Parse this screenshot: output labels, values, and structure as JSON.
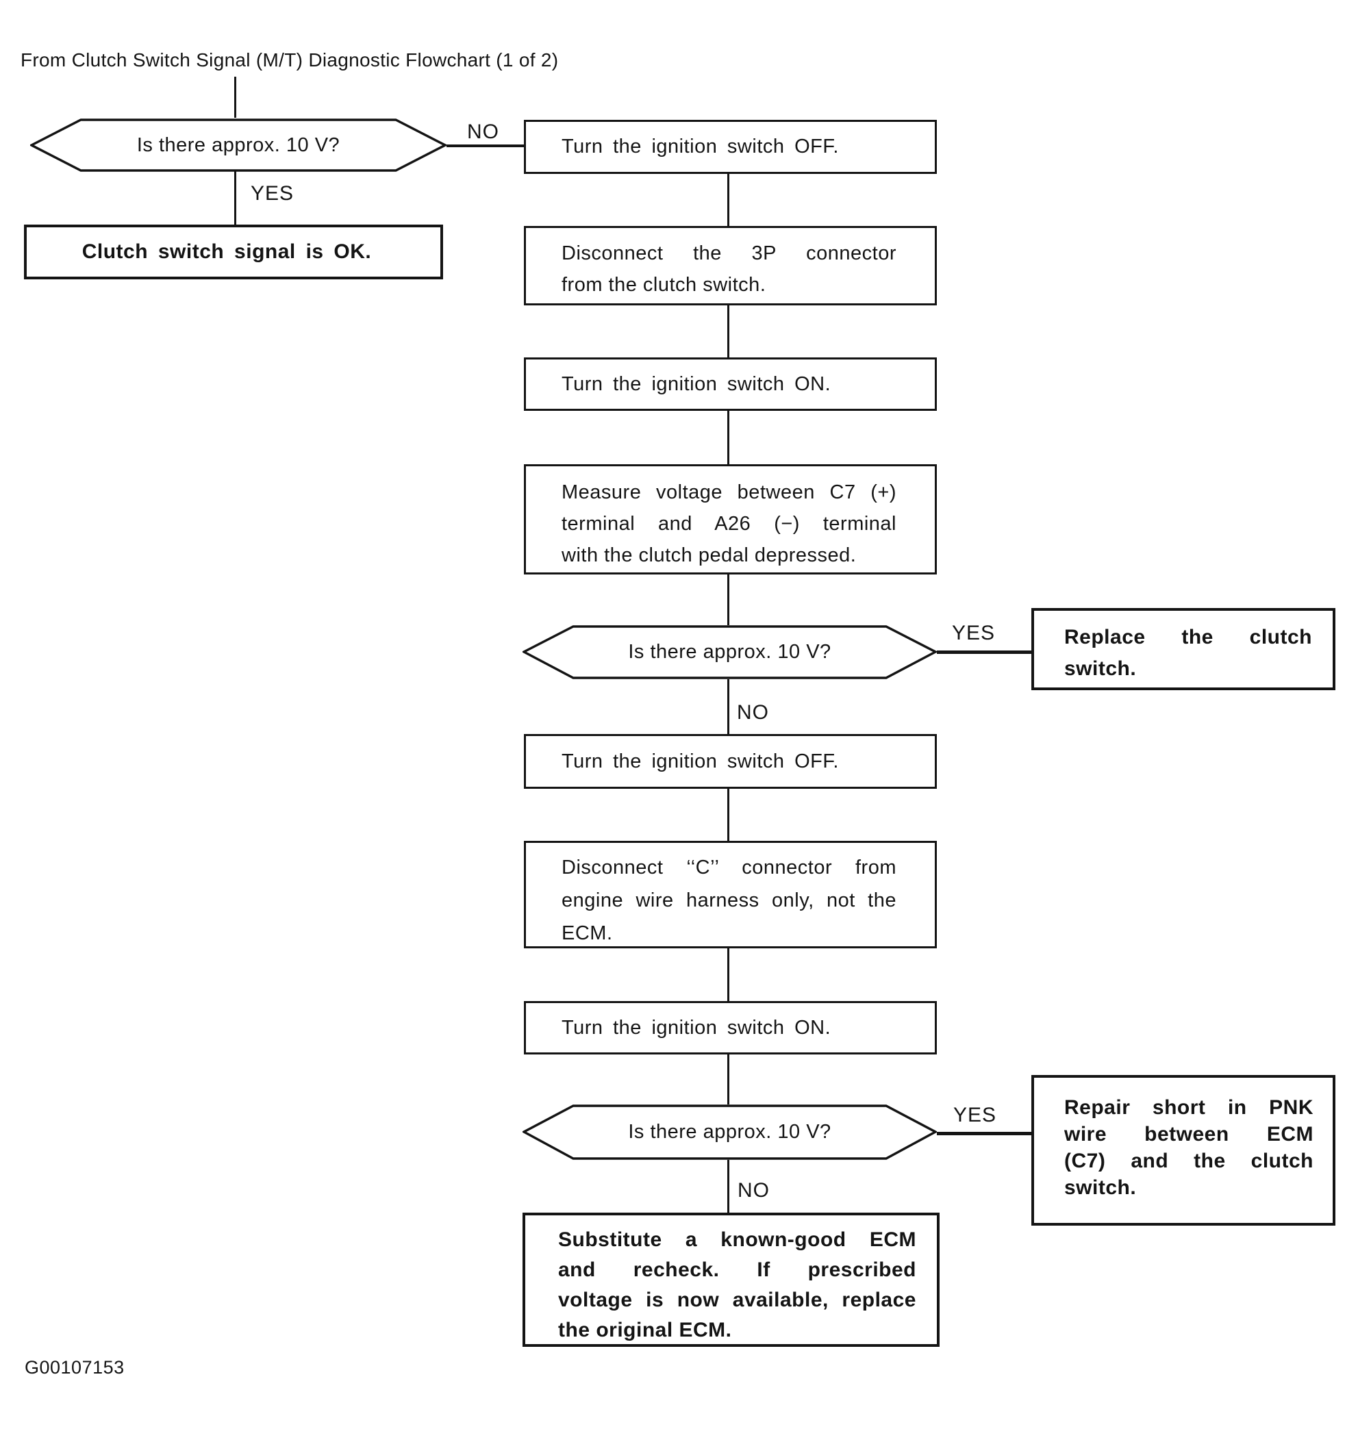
{
  "title": "From Clutch Switch Signal (M/T) Diagnostic Flowchart (1 of 2)",
  "figure_id": "G00107153",
  "colors": {
    "ink": "#141414",
    "paper": "#ffffff"
  },
  "labels": {
    "yes": "YES",
    "no": "NO"
  },
  "nodes": {
    "decision_top": "Is there approx. 10 V?",
    "signal_ok": "Clutch switch signal is OK.",
    "ignition_off_1": "Turn the ignition switch OFF.",
    "disconnect_3p": [
      "Disconnect the 3P connector",
      "from the clutch switch."
    ],
    "ignition_on_1": "Turn the ignition switch ON.",
    "measure_voltage": [
      "Measure voltage between C7 (+)",
      "terminal and A26 (−) terminal",
      "with the clutch pedal depressed."
    ],
    "decision_mid": "Is there approx. 10 V?",
    "replace_switch": [
      "Replace the clutch",
      "switch."
    ],
    "ignition_off_2": "Turn the ignition switch OFF.",
    "disconnect_c": [
      "Disconnect ‘‘C’’ connector from",
      "engine wire harness only, not the",
      "ECM."
    ],
    "ignition_on_2": "Turn the ignition switch ON.",
    "decision_bottom": "Is there approx. 10 V?",
    "repair_short": [
      "Repair short in PNK",
      "wire between ECM",
      "(C7) and the clutch",
      "switch."
    ],
    "substitute_ecm": [
      "Substitute a known-good ECM",
      "and recheck. If prescribed",
      "voltage is now available, replace",
      "the original ECM."
    ]
  }
}
